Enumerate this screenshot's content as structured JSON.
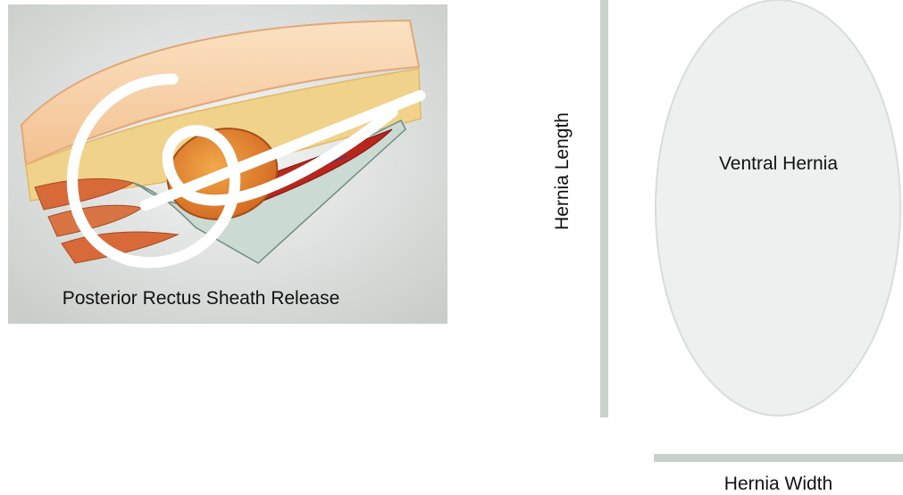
{
  "illustration": {
    "caption": "Posterior Rectus Sheath Release",
    "signature_text": "C"
  },
  "diagram": {
    "hernia_label": "Ventral Hernia",
    "length_label": "Hernia Length",
    "width_label": "Hernia Width"
  },
  "colors": {
    "bar": "#c8d1cb",
    "ellipse_fill": "#eef0ef",
    "ellipse_stroke": "#d7ddd9",
    "skin": "#f8d4ad",
    "fat": "#f1d28a",
    "muscle": "#d86a3a",
    "vessel": "#b8261c"
  }
}
